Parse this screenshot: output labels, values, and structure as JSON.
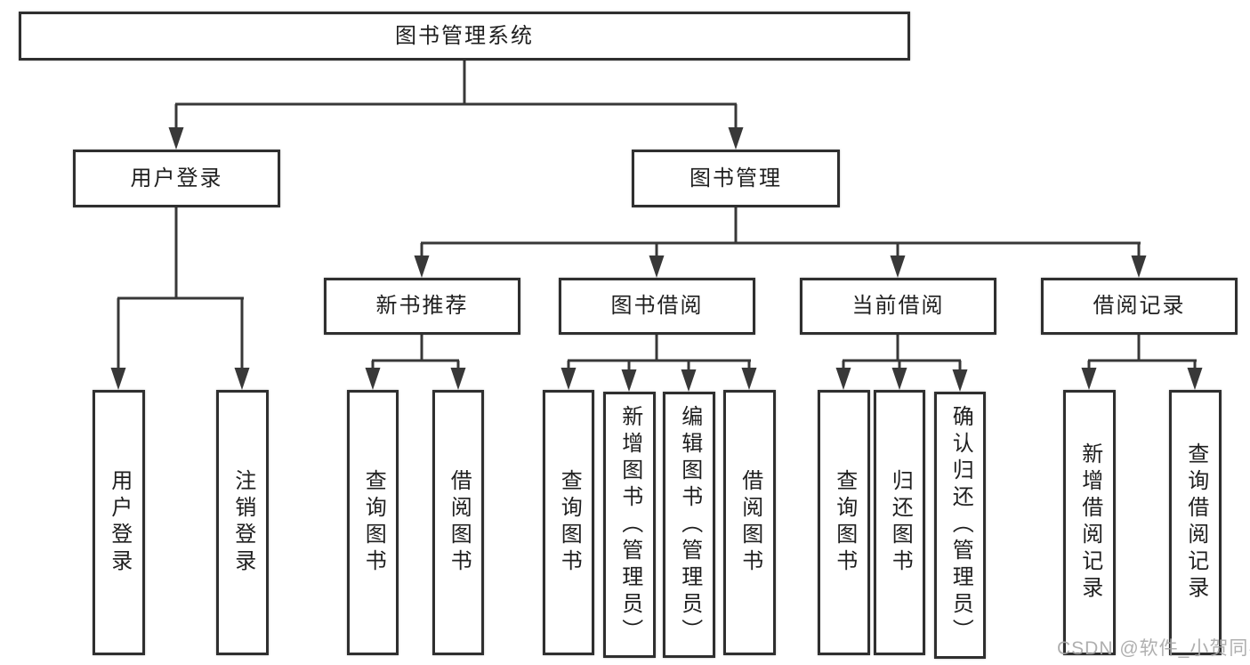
{
  "tree": {
    "label": "图书管理系统",
    "children": [
      {
        "label": "用户登录",
        "children": [
          {
            "label": "用户登录"
          },
          {
            "label": "注销登录"
          }
        ]
      },
      {
        "label": "图书管理",
        "children": [
          {
            "label": "新书推荐",
            "children": [
              {
                "label": "查询图书"
              },
              {
                "label": "借阅图书"
              }
            ]
          },
          {
            "label": "图书借阅",
            "children": [
              {
                "label": "查询图书"
              },
              {
                "label": "新增图书（管理员）"
              },
              {
                "label": "编辑图书（管理员）"
              },
              {
                "label": "借阅图书"
              }
            ]
          },
          {
            "label": "当前借阅",
            "children": [
              {
                "label": "查询图书"
              },
              {
                "label": "归还图书"
              },
              {
                "label": "确认归还（管理员）"
              }
            ]
          },
          {
            "label": "借阅记录",
            "children": [
              {
                "label": "新增借阅记录"
              },
              {
                "label": "查询借阅记录"
              }
            ]
          }
        ]
      }
    ]
  },
  "line_color": "#383838",
  "watermark": "CSDN @软件_小贺同学"
}
